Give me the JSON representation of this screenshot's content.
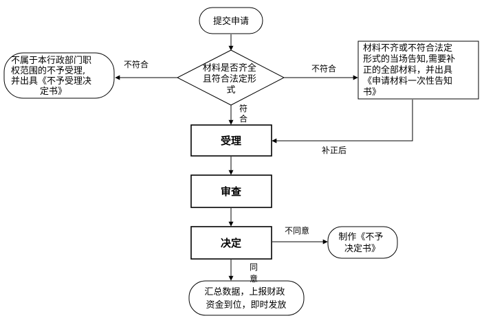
{
  "nodes": {
    "start": "提交申请",
    "decision": [
      "材料是否齐全",
      "且符合法定形",
      "式"
    ],
    "reject_left": [
      "不属于本行政部门职",
      "权范围的不予受理,",
      "并出具《不予受理决",
      "定书》"
    ],
    "notify_right": [
      "材料不齐或不符合法定",
      "形式的当场告知,需要补",
      "正的全部材料，并出具",
      "《申请材料一次性告知",
      "书》"
    ],
    "accept": "受理",
    "review": "审查",
    "decide": "决定",
    "deny_doc": [
      "制作《不予",
      "决定书》"
    ],
    "finish": [
      "汇总数据，上报财政",
      "资金到位，即时发放"
    ]
  },
  "edges": {
    "not_comply_left": "不符合",
    "not_comply_right": "不符合",
    "comply": [
      "符",
      "合"
    ],
    "after_correction": "补正后",
    "disagree": "不同意",
    "agree": [
      "同",
      "意"
    ]
  }
}
